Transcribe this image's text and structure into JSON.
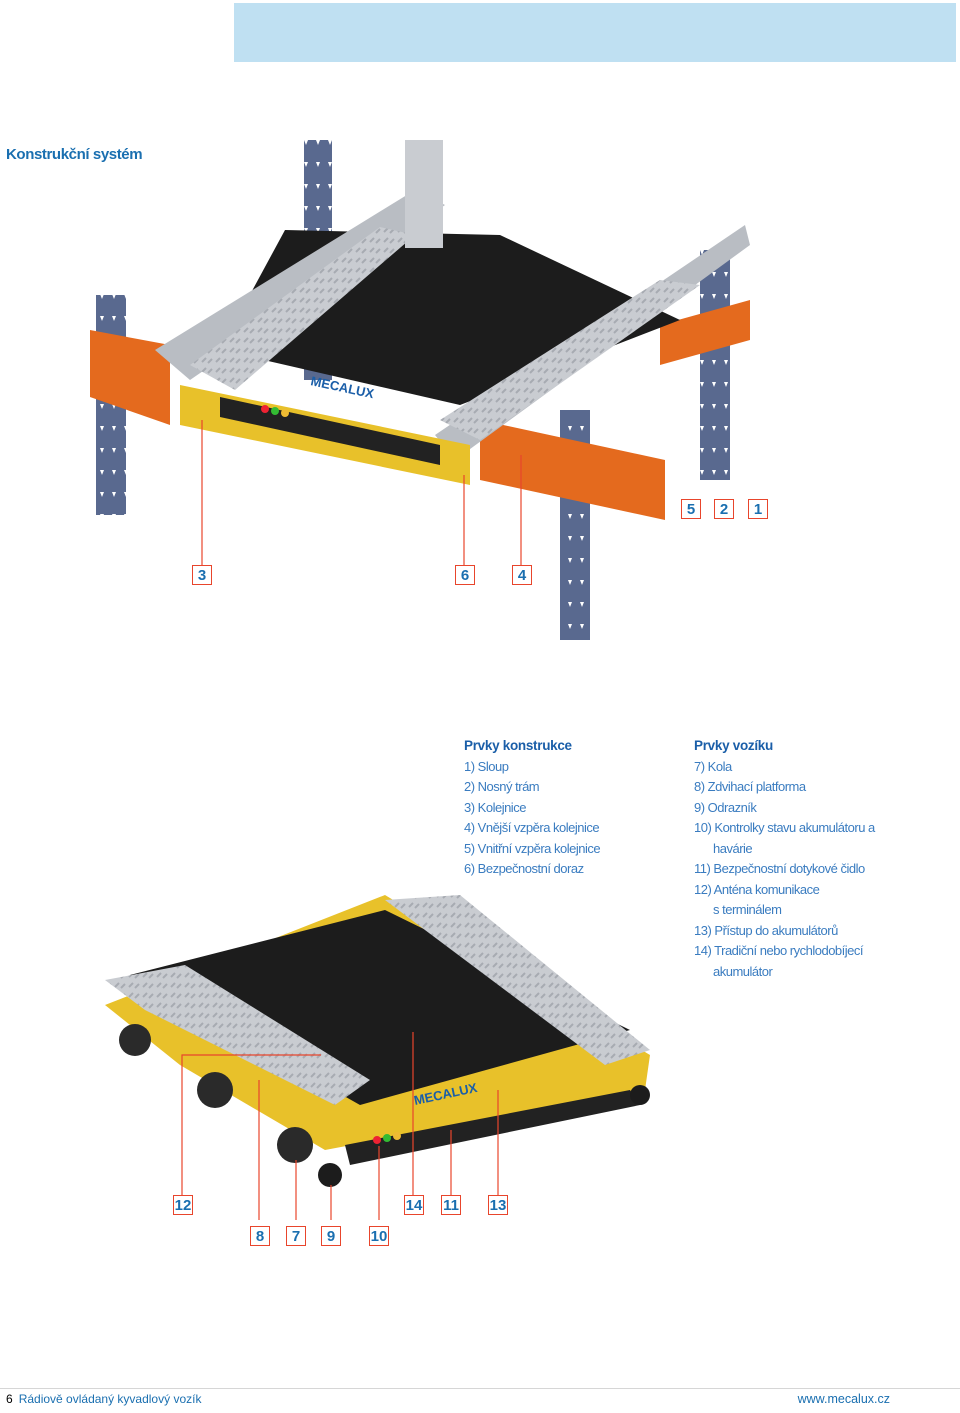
{
  "section_title": "Konstrukční systém",
  "legend_structure": {
    "title": "Prvky konstrukce",
    "items": [
      "1) Sloup",
      "2) Nosný trám",
      "3) Kolejnice",
      "4) Vnější vzpěra kolejnice",
      "5) Vnitřní vzpěra kolejnice",
      "6) Bezpečnostní doraz"
    ]
  },
  "legend_shuttle": {
    "title": "Prvky vozíku",
    "items": [
      "7)  Kola",
      "8)  Zdvihací platforma",
      "9)  Odrazník",
      "10) Kontrolky stavu akumulátoru a",
      "havárie",
      "11)  Bezpečnostní dotykové čidlo",
      "12) Anténa komunikace",
      "s terminálem",
      "13)  Přístup do akumulátorů",
      "14) Tradiční nebo rychlodobíjecí",
      "akumulátor"
    ]
  },
  "callouts_top": [
    "5",
    "2",
    "1",
    "3",
    "6",
    "4"
  ],
  "callouts_bottom": [
    "12",
    "14",
    "11",
    "13",
    "8",
    "7",
    "9",
    "10"
  ],
  "brand_logo_text": "MECALUX",
  "footer": {
    "page_number": "6",
    "doc_title": "Rádiově ovládaný kyvadlový vozík",
    "website": "www.mecalux.cz"
  },
  "colors": {
    "accent": "#1a6fb0",
    "callout_border": "#e8452c",
    "header_band": "#bfe0f2",
    "beam_orange": "#e46a1e",
    "upright_blue": "#4f5f86"
  }
}
